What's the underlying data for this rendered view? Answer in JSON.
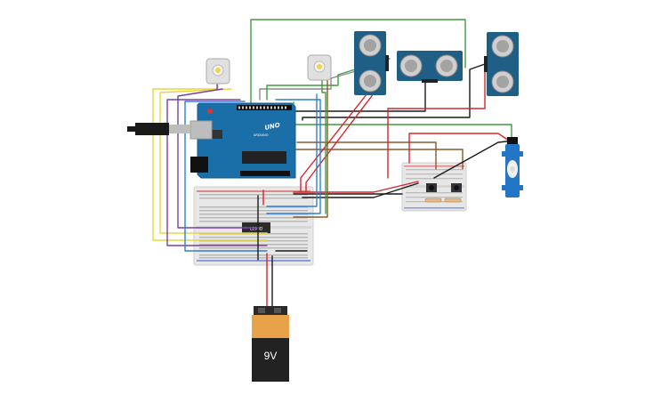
{
  "battery": {
    "label": "9V"
  },
  "chip": {
    "label": "L293D"
  },
  "arduino": {
    "brand": "UNO",
    "model": "ARDUINO"
  },
  "colors": {
    "background": "#ffffff",
    "arduino_board": "#1b6fa8",
    "breadboard": "#e6e6e6",
    "sensor_board": "#1f5f86",
    "battery_body": "#222222",
    "battery_label": "#e8a24a",
    "servo": "#2376c6",
    "wire_red": "#d6262b",
    "wire_black": "#1a1a1a",
    "wire_green": "#3f9c3f",
    "wire_yellow": "#e9d53a",
    "wire_purple": "#7b3fa5",
    "wire_blue": "#2e7fd8",
    "wire_brown": "#8a5a2b",
    "wire_gray": "#8c8c8c"
  },
  "icons": {
    "motor_left": "dc-motor-icon",
    "motor_right": "dc-motor-icon",
    "sensor": "ultrasonic-sensor-icon",
    "servo": "servo-motor-icon",
    "battery": "battery-9v-icon",
    "arduino": "arduino-uno-icon",
    "usb": "usb-plug-icon",
    "pushbutton": "push-button-icon"
  }
}
